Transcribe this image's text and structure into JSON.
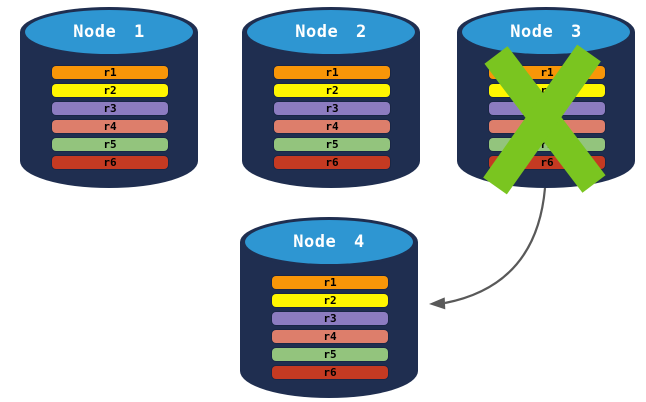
{
  "diagram": {
    "description": "Replicated database nodes; failed node replicated to new node",
    "nodes": [
      {
        "label": "Node 1",
        "crossed_out": false,
        "records": [
          {
            "label": "r1",
            "color": "#F89608"
          },
          {
            "label": "r2",
            "color": "#FFF600"
          },
          {
            "label": "r3",
            "color": "#8C7CC0"
          },
          {
            "label": "r4",
            "color": "#DD7E6B"
          },
          {
            "label": "r5",
            "color": "#93C47D"
          },
          {
            "label": "r6",
            "color": "#C43A22"
          }
        ]
      },
      {
        "label": "Node 2",
        "crossed_out": false,
        "records": [
          {
            "label": "r1",
            "color": "#F89608"
          },
          {
            "label": "r2",
            "color": "#FFF600"
          },
          {
            "label": "r3",
            "color": "#8C7CC0"
          },
          {
            "label": "r4",
            "color": "#DD7E6B"
          },
          {
            "label": "r5",
            "color": "#93C47D"
          },
          {
            "label": "r6",
            "color": "#C43A22"
          }
        ]
      },
      {
        "label": "Node 3",
        "crossed_out": true,
        "records": [
          {
            "label": "r1",
            "color": "#F89608"
          },
          {
            "label": "r2",
            "color": "#FFF600"
          },
          {
            "label": "r3",
            "color": "#8C7CC0"
          },
          {
            "label": "r4",
            "color": "#DD7E6B"
          },
          {
            "label": "r5",
            "color": "#93C47D"
          },
          {
            "label": "r6",
            "color": "#C43A22"
          }
        ]
      },
      {
        "label": "Node 4",
        "crossed_out": false,
        "records": [
          {
            "label": "r1",
            "color": "#F89608"
          },
          {
            "label": "r2",
            "color": "#FFF600"
          },
          {
            "label": "r3",
            "color": "#8C7CC0"
          },
          {
            "label": "r4",
            "color": "#DD7E6B"
          },
          {
            "label": "r5",
            "color": "#93C47D"
          },
          {
            "label": "r6",
            "color": "#C43A22"
          }
        ]
      }
    ],
    "arrow": {
      "from": "Node 3",
      "to": "Node 4"
    },
    "colors": {
      "cylinder_body": "#1F2E50",
      "cylinder_top": "#2E96D2",
      "failure_cross": "#7AC520",
      "arrow": "#595959",
      "node_label_text": "#FFFFFF",
      "record_text": "#000000",
      "background": "#FFFFFF"
    }
  }
}
